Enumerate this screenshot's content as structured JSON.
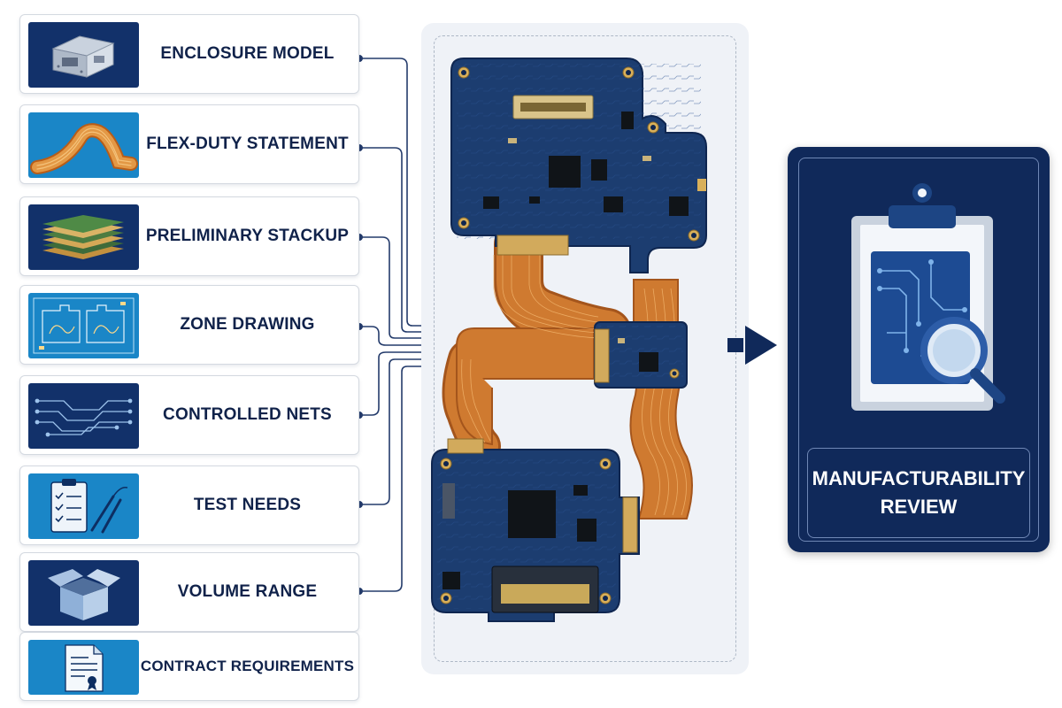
{
  "inputs": [
    {
      "label": "ENCLOSURE MODEL",
      "icon": "enclosure-icon"
    },
    {
      "label": "FLEX-DUTY STATEMENT",
      "icon": "flex-cable-icon"
    },
    {
      "label": "PRELIMINARY STACKUP",
      "icon": "layer-stack-icon"
    },
    {
      "label": "ZONE DRAWING",
      "icon": "zone-drawing-icon"
    },
    {
      "label": "CONTROLLED NETS",
      "icon": "circuit-traces-icon"
    },
    {
      "label": "TEST NEEDS",
      "icon": "test-checklist-icon"
    },
    {
      "label": "VOLUME RANGE",
      "icon": "box-icon"
    },
    {
      "label": "CONTRACT REQUIREMENTS",
      "icon": "contract-document-icon"
    }
  ],
  "output": {
    "line1": "MANUFACTURABILITY",
    "line2": "REVIEW",
    "icon": "clipboard-magnifier-icon"
  },
  "colors": {
    "navy": "#10295a",
    "card_text": "#10224a",
    "pcb_blue": "#1c3d70",
    "flex_copper": "#c8702a",
    "gold": "#d9b05a",
    "thumb_light_blue": "#1a86c7"
  }
}
